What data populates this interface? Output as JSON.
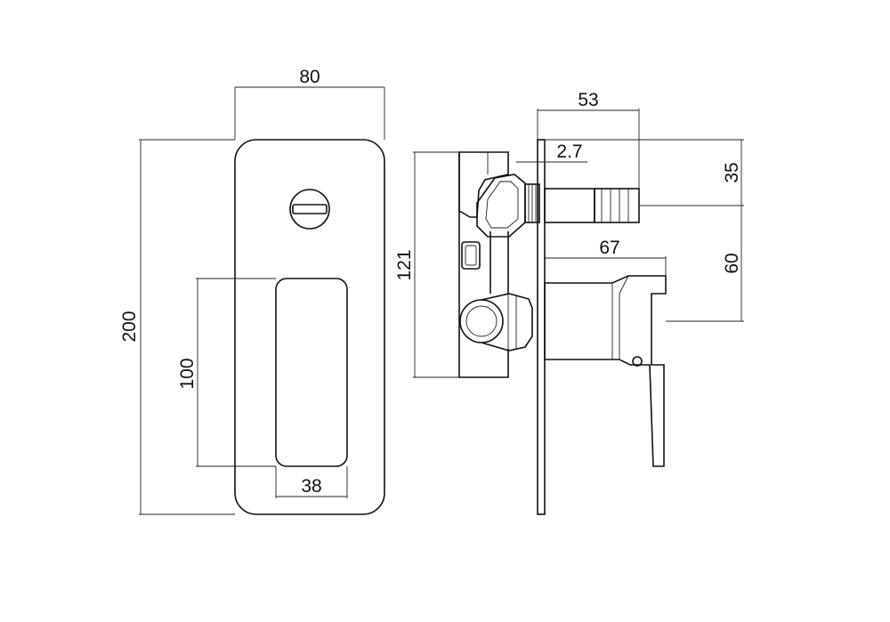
{
  "front_view": {
    "width_label": "80",
    "height_label": "200",
    "handle_height_label": "100",
    "handle_width_label": "38"
  },
  "side_view": {
    "depth_label": "53",
    "plate_thickness_label": "2.7",
    "top_offset_label": "35",
    "diverter_to_handle_label": "60",
    "body_height_label": "121",
    "handle_projection_label": "67"
  }
}
